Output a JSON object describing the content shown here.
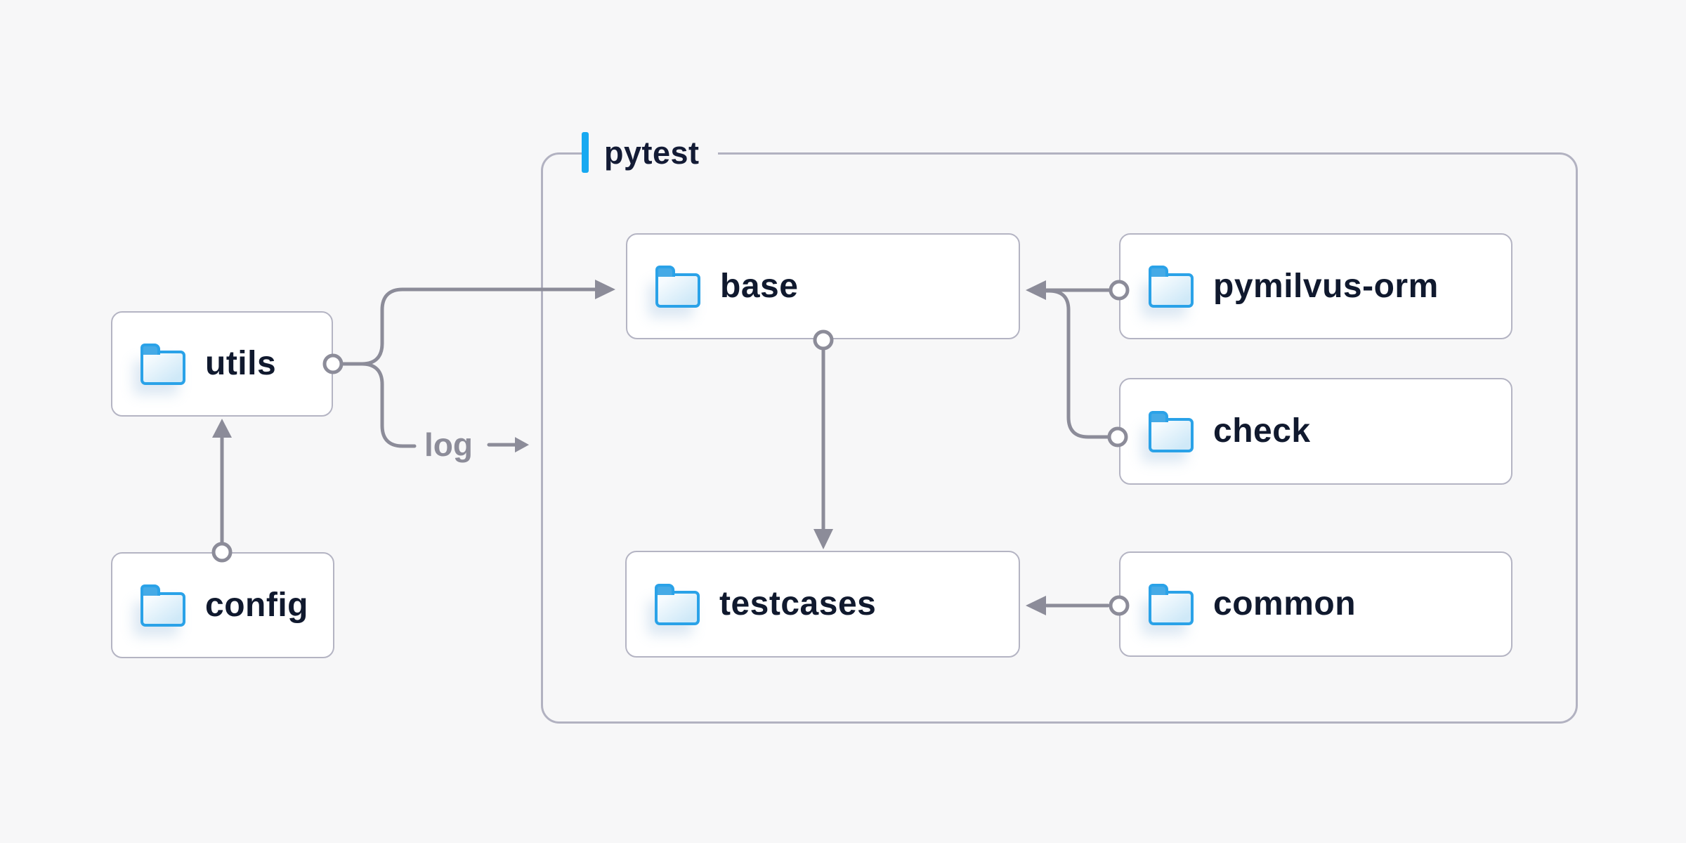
{
  "container": {
    "label": "pytest",
    "accent_color": "#17a9f1",
    "border_color": "#b2b2c1"
  },
  "nodes": {
    "utils": {
      "label": "utils"
    },
    "config": {
      "label": "config"
    },
    "base": {
      "label": "base"
    },
    "pymilvus-orm": {
      "label": "pymilvus-orm"
    },
    "check": {
      "label": "check"
    },
    "testcases": {
      "label": "testcases"
    },
    "common": {
      "label": "common"
    }
  },
  "edge_label": {
    "text": "log"
  },
  "edges": [
    {
      "from": "config",
      "to": "utils"
    },
    {
      "from": "utils",
      "to": "base"
    },
    {
      "from": "utils",
      "to": "pytest-group",
      "label": "log"
    },
    {
      "from": "pymilvus-orm",
      "to": "base"
    },
    {
      "from": "check",
      "to": "base"
    },
    {
      "from": "base",
      "to": "testcases"
    },
    {
      "from": "common",
      "to": "testcases"
    }
  ],
  "icons": {
    "node_icon": "folder-icon",
    "edge_label_icon": "arrow-right-icon"
  },
  "colors": {
    "background": "#f7f7f8",
    "connector": "#8c8c99",
    "node_border": "#b4b4c3",
    "node_text": "#10192e",
    "folder_blue": "#2aa2e8"
  }
}
